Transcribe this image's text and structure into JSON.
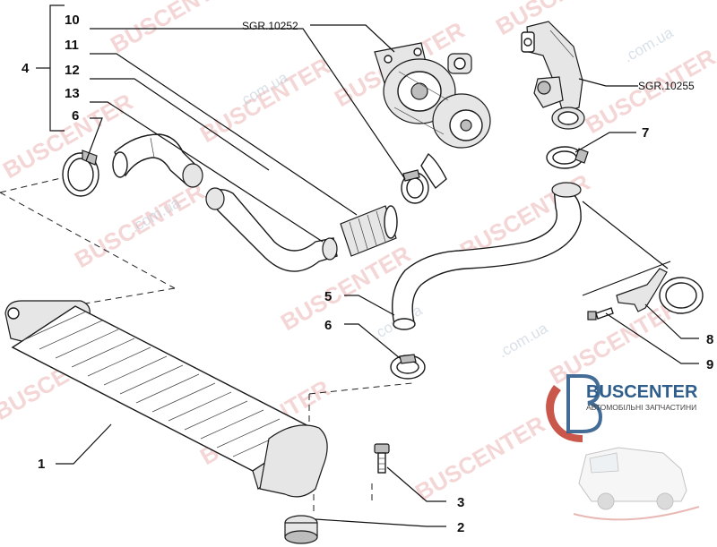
{
  "diagram": {
    "callouts": [
      {
        "id": "c4",
        "text": "4"
      },
      {
        "id": "c10",
        "text": "10"
      },
      {
        "id": "c11",
        "text": "11"
      },
      {
        "id": "c12",
        "text": "12"
      },
      {
        "id": "c13",
        "text": "13"
      },
      {
        "id": "c6a",
        "text": "6"
      },
      {
        "id": "c7",
        "text": "7"
      },
      {
        "id": "c5",
        "text": "5"
      },
      {
        "id": "c6b",
        "text": "6"
      },
      {
        "id": "c8",
        "text": "8"
      },
      {
        "id": "c9",
        "text": "9"
      },
      {
        "id": "c1",
        "text": "1"
      },
      {
        "id": "c3",
        "text": "3"
      },
      {
        "id": "c2",
        "text": "2"
      }
    ],
    "references": [
      {
        "id": "r1",
        "text": "SGR.10252"
      },
      {
        "id": "r2",
        "text": "SGR.10255"
      }
    ]
  },
  "watermark": {
    "brand": "BUSCENTER",
    "domain": ".com.ua",
    "logo_name": "BUSCENTER",
    "logo_subtitle": "АВТОМОБІЛЬНІ ЗАПЧАСТИНИ"
  },
  "colors": {
    "watermark": "#e8a5a5",
    "logo_blue": "#2f5d8c",
    "logo_red": "#c0392b",
    "line": "#111111"
  }
}
